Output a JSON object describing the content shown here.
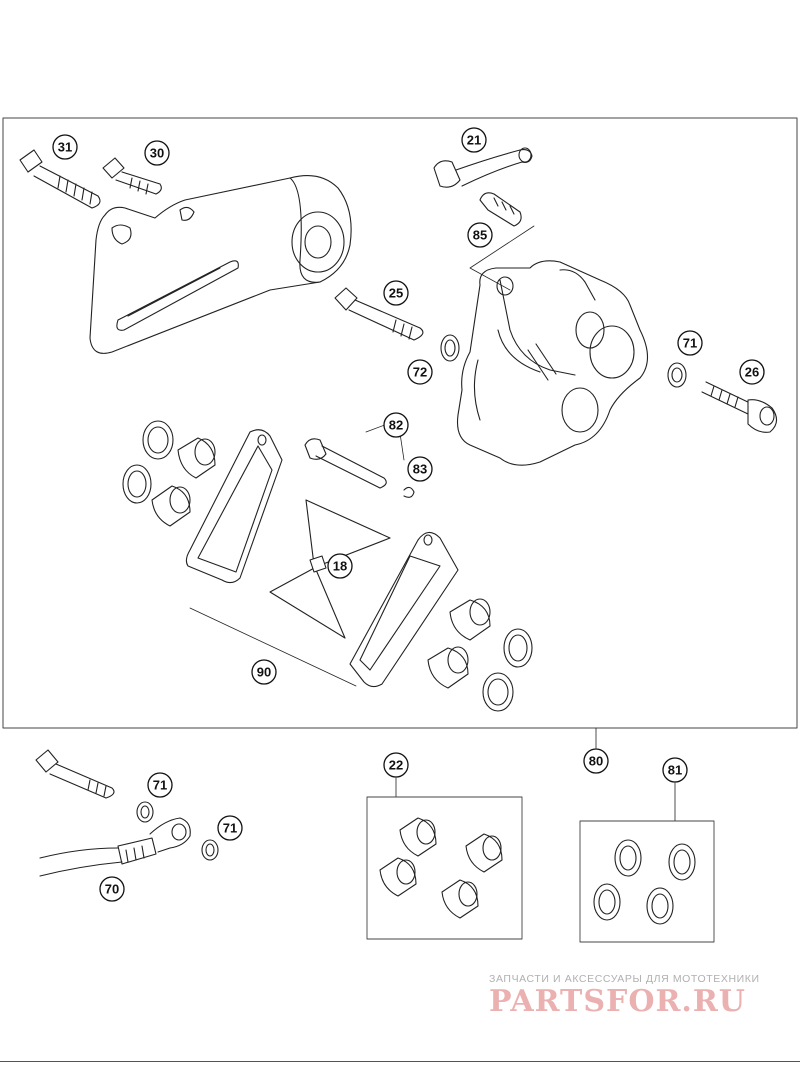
{
  "callouts": [
    {
      "key": "c31",
      "label": "31"
    },
    {
      "key": "c30",
      "label": "30"
    },
    {
      "key": "c21",
      "label": "21"
    },
    {
      "key": "c85",
      "label": "85"
    },
    {
      "key": "c25",
      "label": "25"
    },
    {
      "key": "c72",
      "label": "72"
    },
    {
      "key": "c71a",
      "label": "71"
    },
    {
      "key": "c26",
      "label": "26"
    },
    {
      "key": "c82",
      "label": "82"
    },
    {
      "key": "c83",
      "label": "83"
    },
    {
      "key": "c18",
      "label": "18"
    },
    {
      "key": "c90",
      "label": "90"
    },
    {
      "key": "c80",
      "label": "80"
    },
    {
      "key": "c71b",
      "label": "71"
    },
    {
      "key": "c71c",
      "label": "71"
    },
    {
      "key": "c70",
      "label": "70"
    },
    {
      "key": "c22",
      "label": "22"
    },
    {
      "key": "c81",
      "label": "81"
    }
  ],
  "watermark": {
    "tagline": "ЗАПЧАСТИ И АКСЕССУАРЫ ДЛЯ МОТОТЕХНИКИ",
    "logo": "PARTSFOR.RU"
  }
}
